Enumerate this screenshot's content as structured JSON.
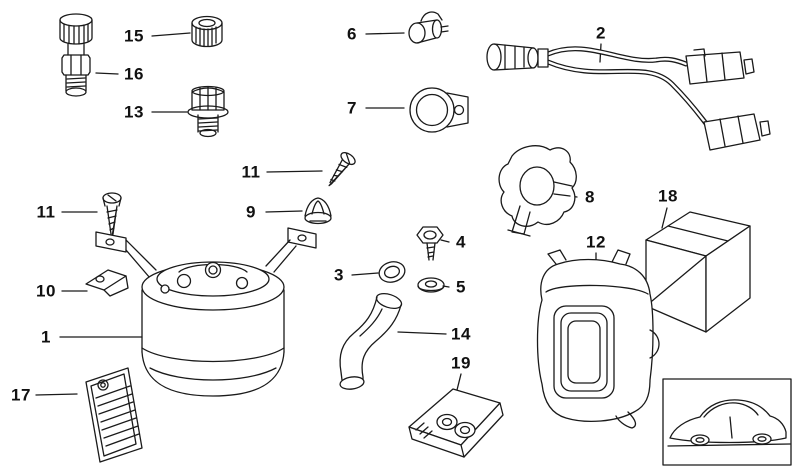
{
  "diagram": {
    "type": "exploded-parts-diagram",
    "colors": {
      "background": "#ffffff",
      "line": "#1a1a1a"
    },
    "callouts": [
      {
        "label": "15"
      },
      {
        "label": "16"
      },
      {
        "label": "13"
      },
      {
        "label": "6"
      },
      {
        "label": "7"
      },
      {
        "label": "2"
      },
      {
        "label": "11"
      },
      {
        "label": "9"
      },
      {
        "label": "8"
      },
      {
        "label": "18"
      },
      {
        "label": "11"
      },
      {
        "label": "10"
      },
      {
        "label": "1"
      },
      {
        "label": "4"
      },
      {
        "label": "3"
      },
      {
        "label": "5"
      },
      {
        "label": "14"
      },
      {
        "label": "12"
      },
      {
        "label": "19"
      },
      {
        "label": "17"
      }
    ]
  }
}
